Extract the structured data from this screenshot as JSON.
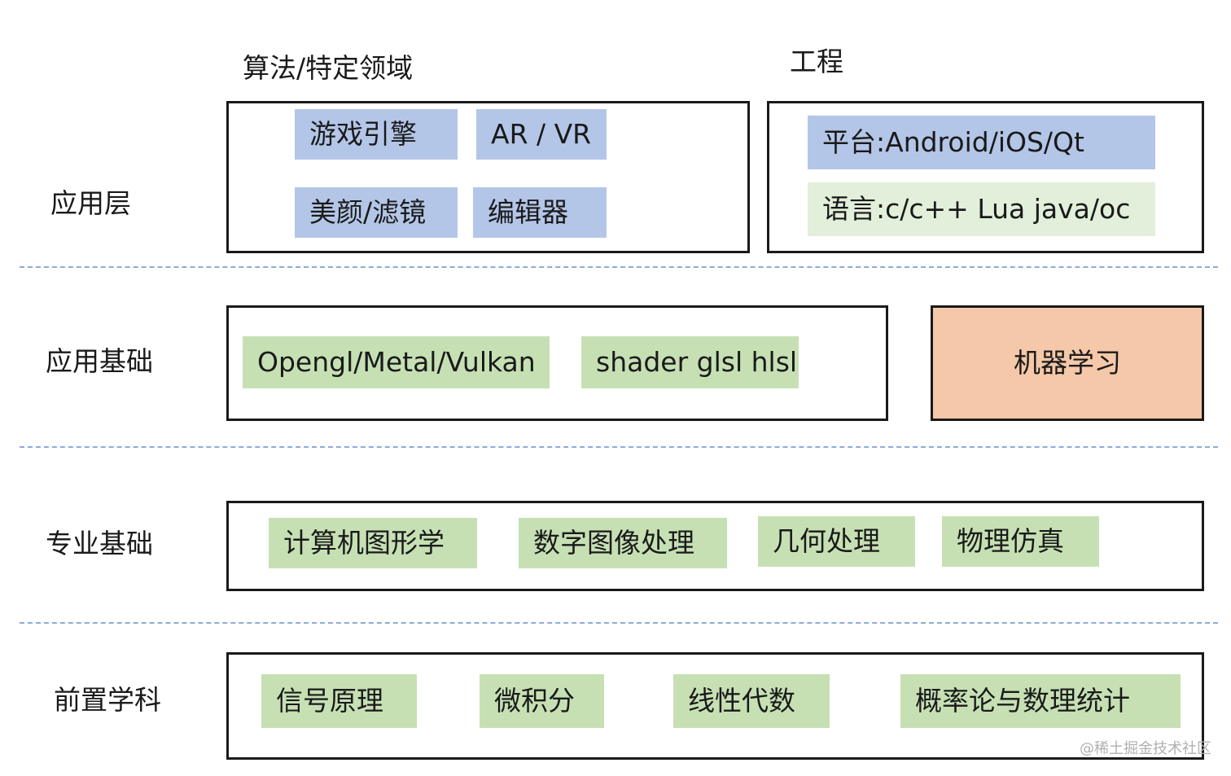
{
  "rows": {
    "application": "应用层",
    "app_foundation": "应用基础",
    "professional": "专业基础",
    "prerequisite": "前置学科"
  },
  "sections": {
    "algorithm": "算法/特定领域",
    "engineering": "工程"
  },
  "algorithm_items": [
    "游戏引擎",
    "AR / VR",
    "美颜/滤镜",
    "编辑器"
  ],
  "engineering_items": {
    "platform": "平台:Android/iOS/Qt",
    "language": "语言:c/c++ Lua java/oc"
  },
  "foundation_items": [
    "Opengl/Metal/Vulkan",
    "shader glsl hlsl"
  ],
  "machine_learning": "机器学习",
  "professional_items": [
    "计算机图形学",
    "数字图像处理",
    "几何处理",
    "物理仿真"
  ],
  "prerequisite_items": [
    "信号原理",
    "微积分",
    "线性代数",
    "概率论与数理统计"
  ],
  "watermark": "@稀土掘金技术社区",
  "colors": {
    "blue_chip": "#b4c6e7",
    "green_chip": "#c6e0b4",
    "light_green_chip": "#e2efda",
    "orange_box": "#f4c8a8",
    "divider": "#8faadc"
  }
}
